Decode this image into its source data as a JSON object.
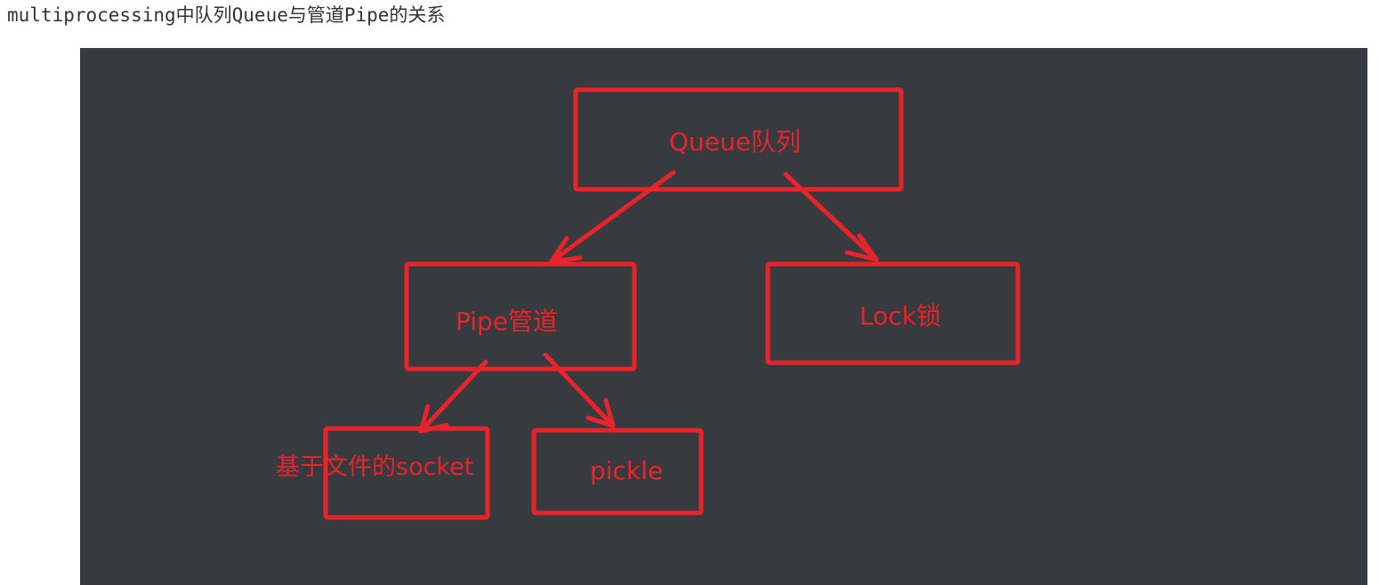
{
  "heading": "multiprocessing中队列Queue与管道Pipe的关系",
  "diagram": {
    "stroke_color": "#e8232a",
    "background_color": "#373b40",
    "nodes": {
      "queue": "Queue队列",
      "pipe": "Pipe管道",
      "lock": "Lock锁",
      "socket": "基于文件的socket",
      "pickle": "pickle"
    },
    "edges": [
      {
        "from": "queue",
        "to": "pipe"
      },
      {
        "from": "queue",
        "to": "lock"
      },
      {
        "from": "pipe",
        "to": "socket"
      },
      {
        "from": "pipe",
        "to": "pickle"
      }
    ]
  }
}
